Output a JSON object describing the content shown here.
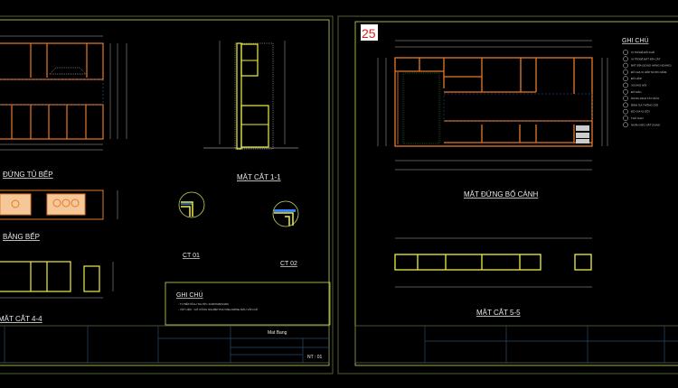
{
  "colors": {
    "background": "#000000",
    "sheet_border": "#c8d85a",
    "cabinet": "#e8782a",
    "section": "#f0f040",
    "dimension": "#2ecc40",
    "sheet_number": "#e02020",
    "grid": "#3060a0"
  },
  "left_sheet": {
    "views": {
      "elevation": "ĐỨNG TỦ BẾP",
      "plan": "BẢNG BẾP",
      "section_44": "MẶT CẮT 4-4",
      "section_11": "MẶT CẮT 1-1",
      "detail_1": "CT 01",
      "detail_2": "CT 02"
    },
    "notes": {
      "title": "GHI CHÚ",
      "lines": [
        "- TỦ BẾP KÍCH THƯỚC 4100X600X2200",
        "- VẬT LIỆU : GỖ CÔNG NGHIỆP PHỦ MELAMINE MÀU VÂN GỖ"
      ]
    },
    "title_block": {
      "drawing_name": "Mat Bang",
      "sheet_code": "NT : 01"
    }
  },
  "right_sheet": {
    "sheet_number": "25",
    "views": {
      "elevation": "MẶT ĐỨNG BỐ CÁNH",
      "section_55": "MẶT CẮT 5-5"
    },
    "legend": {
      "title": "GHI CHÚ",
      "items": [
        "VỊ TRÍ ĐỂ ĐỒ KHÔ",
        "VỊ TRÍ ĐỂ BÁT ĐĨA CẮT",
        "BÁT ĐĨA (SONG HÀNG NGANG)",
        "ĐỒ GIA VỊ HỘP NƯỚC MẮM",
        "ĐỒ HỘP",
        "XOONG NỒI",
        "ĐỒ RÁC",
        "DUNG DỊCH TẨY RỬA",
        "BÌNH GA THÔNG GIÓ",
        "ĐỒ GIA VỊ GỠI",
        "THÙ GẠO",
        "NGĂN KÉO VẬT DỤNG"
      ]
    }
  }
}
